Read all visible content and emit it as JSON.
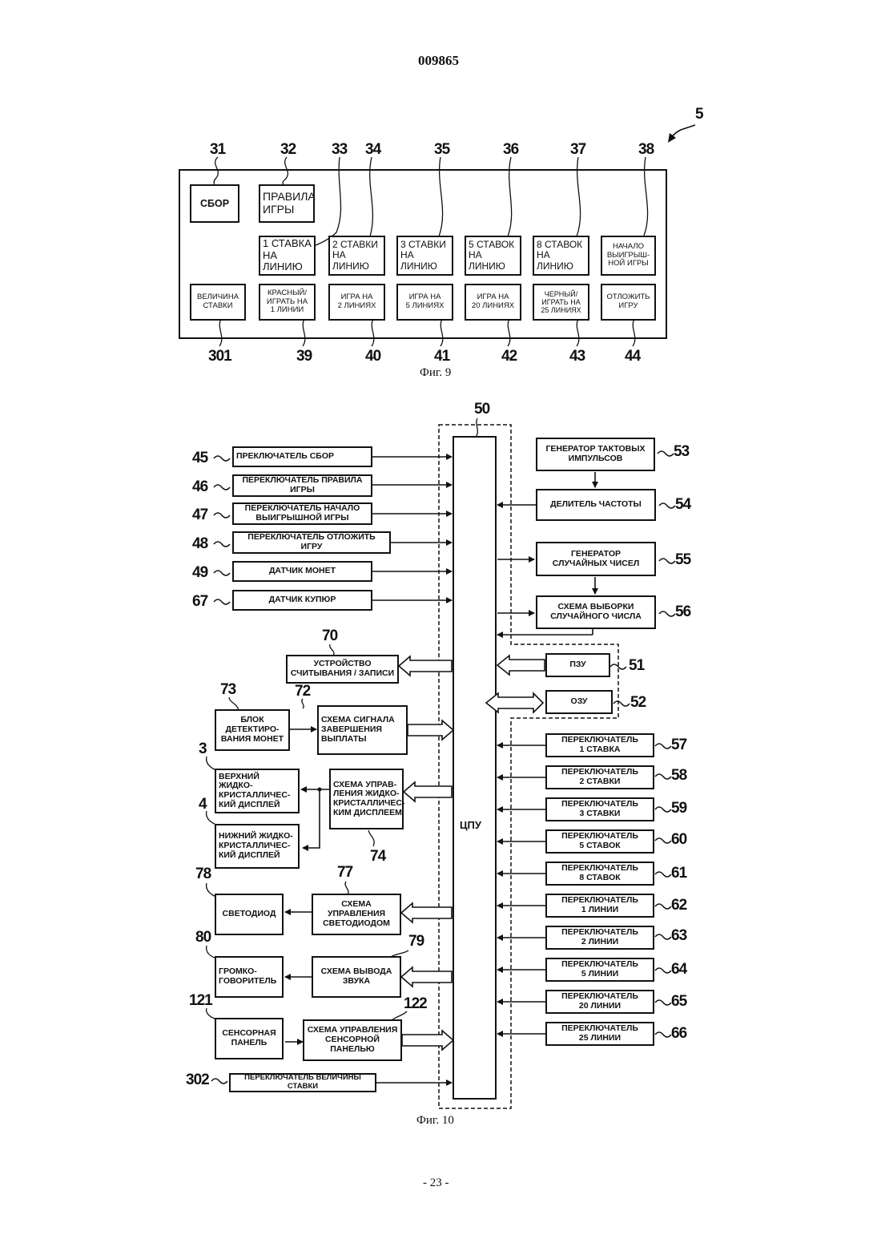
{
  "header": {
    "doc_number": "009865"
  },
  "footer": {
    "page": "- 23 -"
  },
  "fig9": {
    "caption": "Фиг. 9",
    "ref_main": "5",
    "boxes": [
      {
        "id": "31",
        "label": "СБОР"
      },
      {
        "id": "32",
        "label": "ПРАВИЛА\nИГРЫ"
      },
      {
        "id": "33",
        "label": "1 СТАВКА\nНА ЛИНИЮ"
      },
      {
        "id": "34",
        "label": "2 СТАВКИ\nНА ЛИНИЮ"
      },
      {
        "id": "35",
        "label": "3 СТАВКИ\nНА ЛИНИЮ"
      },
      {
        "id": "36",
        "label": "5 СТАВОК\nНА ЛИНИЮ"
      },
      {
        "id": "37",
        "label": "8 СТАВОК\nНА ЛИНИЮ"
      },
      {
        "id": "38",
        "label": "НАЧАЛО\nВЫИГРЫШ-\nНОЙ ИГРЫ"
      },
      {
        "id": "301",
        "label": "ВЕЛИЧИНА\nСТАВКИ"
      },
      {
        "id": "39",
        "label": "КРАСНЫЙ/\nИГРАТЬ НА\n1 ЛИНИИ"
      },
      {
        "id": "40",
        "label": "ИГРА НА\n2 ЛИНИЯХ"
      },
      {
        "id": "41",
        "label": "ИГРА НА\n5 ЛИНИЯХ"
      },
      {
        "id": "42",
        "label": "ИГРА НА\n20 ЛИНИЯХ"
      },
      {
        "id": "43",
        "label": "ЧЕРНЫЙ/\nИГРАТЬ НА\n25 ЛИНИЯХ"
      },
      {
        "id": "44",
        "label": "ОТЛОЖИТЬ\nИГРУ"
      }
    ],
    "top_refs": [
      "31",
      "32",
      "33",
      "34",
      "35",
      "36",
      "37",
      "38"
    ],
    "bottom_refs": [
      "301",
      "39",
      "40",
      "41",
      "42",
      "43",
      "44"
    ]
  },
  "fig10": {
    "caption": "Фиг. 10",
    "cpu_label": "ЦПУ",
    "ref_controller": "50",
    "inputs_left": [
      {
        "ref": "45",
        "label": "ПРЕКЛЮЧАТЕЛЬ СБОР"
      },
      {
        "ref": "46",
        "label": "ПЕРЕКЛЮЧАТЕЛЬ ПРАВИЛА\nИГРЫ"
      },
      {
        "ref": "47",
        "label": "ПЕРЕКЛЮЧАТЕЛЬ НАЧАЛО\nВЫИГРЫШНОЙ ИГРЫ"
      },
      {
        "ref": "48",
        "label": "ПЕРЕКЛЮЧАТЕЛЬ ОТЛОЖИТЬ\nИГРУ"
      },
      {
        "ref": "49",
        "label": "ДАТЧИК МОНЕТ"
      },
      {
        "ref": "67",
        "label": "ДАТЧИК КУПЮР"
      }
    ],
    "top_right": [
      {
        "ref": "53",
        "label": "ГЕНЕРАТОР ТАКТОВЫХ\nИМПУЛЬСОВ"
      },
      {
        "ref": "54",
        "label": "ДЕЛИТЕЛЬ ЧАСТОТЫ"
      },
      {
        "ref": "55",
        "label": "ГЕНЕРАТОР\nСЛУЧАЙНЫХ ЧИСЕЛ"
      },
      {
        "ref": "56",
        "label": "СХЕМА ВЫБОРКИ\nСЛУЧАЙНОГО ЧИСЛА"
      }
    ],
    "memory": [
      {
        "ref": "51",
        "label": "ПЗУ"
      },
      {
        "ref": "52",
        "label": "ОЗУ"
      }
    ],
    "switches_right": [
      {
        "ref": "57",
        "label": "ПЕРЕКЛЮЧАТЕЛЬ\n1 СТАВКА"
      },
      {
        "ref": "58",
        "label": "ПЕРЕКЛЮЧАТЕЛЬ\n2 СТАВКИ"
      },
      {
        "ref": "59",
        "label": "ПЕРЕКЛЮЧАТЕЛЬ\n3 СТАВКИ"
      },
      {
        "ref": "60",
        "label": "ПЕРЕКЛЮЧАТЕЛЬ\n5 СТАВОК"
      },
      {
        "ref": "61",
        "label": "ПЕРЕКЛЮЧАТЕЛЬ\n8 СТАВОК"
      },
      {
        "ref": "62",
        "label": "ПЕРЕКЛЮЧАТЕЛЬ\n1 ЛИНИИ"
      },
      {
        "ref": "63",
        "label": "ПЕРЕКЛЮЧАТЕЛЬ\n2 ЛИНИИ"
      },
      {
        "ref": "64",
        "label": "ПЕРЕКЛЮЧАТЕЛЬ\n5 ЛИНИИ"
      },
      {
        "ref": "65",
        "label": "ПЕРЕКЛЮЧАТЕЛЬ\n20 ЛИНИИ"
      },
      {
        "ref": "66",
        "label": "ПЕРЕКЛЮЧАТЕЛЬ\n25 ЛИНИИ"
      }
    ],
    "left_blocks": [
      {
        "ref": "70",
        "label": "УСТРОЙСТВО\nСЧИТЫВАНИЯ / ЗАПИСИ"
      },
      {
        "ref": "72",
        "label": "СХЕМА СИГНАЛА\nЗАВЕРШЕНИЯ\nВЫПЛАТЫ"
      },
      {
        "ref": "73",
        "label": "БЛОК\nДЕТЕКТИРО-\nВАНИЯ МОНЕТ"
      },
      {
        "ref": "74",
        "label": "СХЕМА УПРАВ-\nЛЕНИЯ ЖИДКО-\nКРИСТАЛЛИЧЕС-\nКИМ ДИСПЛЕЕМ"
      },
      {
        "ref": "3",
        "label": "ВЕРХНИЙ ЖИДКО-\nКРИСТАЛЛИЧЕС-\nКИЙ ДИСПЛЕЙ"
      },
      {
        "ref": "4",
        "label": "НИЖНИЙ ЖИДКО-\nКРИСТАЛЛИЧЕС-\nКИЙ ДИСПЛЕЙ"
      },
      {
        "ref": "77",
        "label": "СХЕМА\nУПРАВЛЕНИЯ\nСВЕТОДИОДОМ"
      },
      {
        "ref": "78",
        "label": "СВЕТОДИОД"
      },
      {
        "ref": "79",
        "label": "СХЕМА ВЫВОДА\nЗВУКА"
      },
      {
        "ref": "80",
        "label": "ГРОМКО-\nГОВОРИТЕЛЬ"
      },
      {
        "ref": "121",
        "label": "СЕНСОРНАЯ\nПАНЕЛЬ"
      },
      {
        "ref": "122",
        "label": "СХЕМА УПРАВЛЕНИЯ\nСЕНСОРНОЙ\nПАНЕЛЬЮ"
      },
      {
        "ref": "302",
        "label": "ПЕРЕКЛЮЧАТЕЛЬ ВЕЛИЧИНЫ\nСТАВКИ"
      }
    ]
  }
}
